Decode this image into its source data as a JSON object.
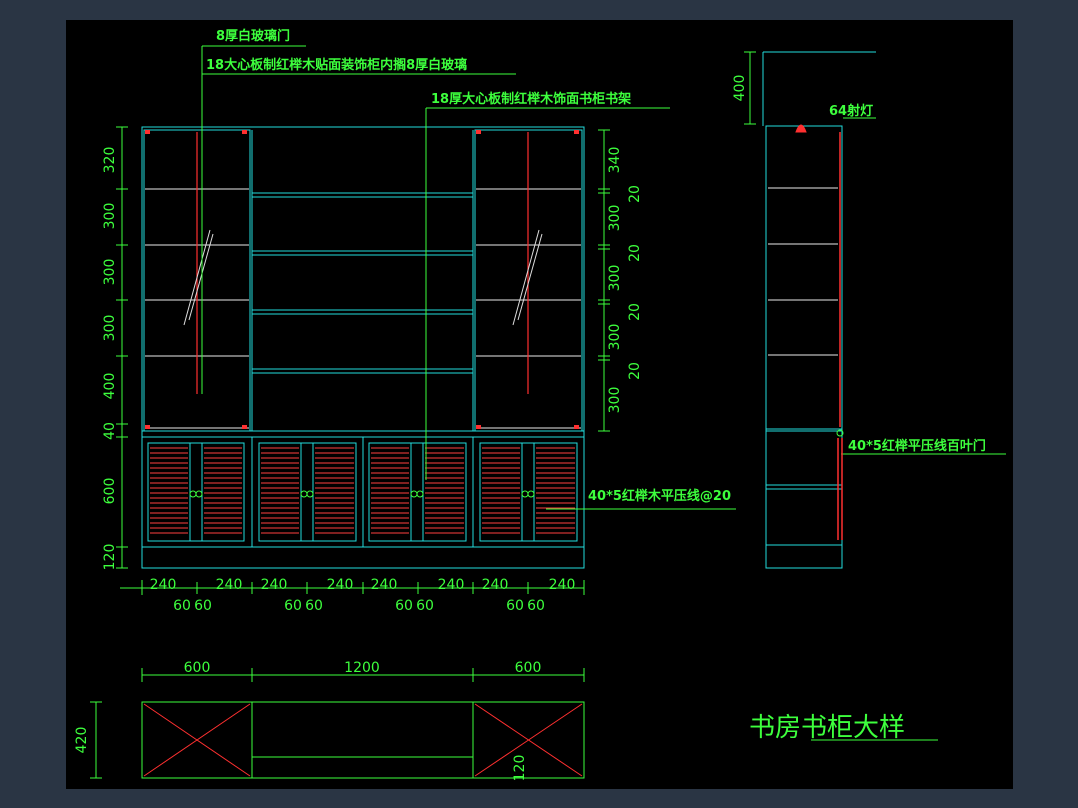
{
  "title": "书房书柜大样",
  "annotations": {
    "glass_door": "8厚白玻璃门",
    "inner_panel": "18大心板制红榉木贴面装饰柜内搁8厚白玻璃",
    "shelf": "18厚大心板制红榉木饰面书柜书架",
    "trim_line": "40*5红榉木平压线@20",
    "spot_light": "64射灯",
    "louver_door": "40*5红榉平压线百叶门"
  },
  "dims": {
    "left_heights": [
      "320",
      "300",
      "300",
      "300",
      "400",
      "40",
      "600",
      "120"
    ],
    "right_heights": [
      "340",
      "300",
      "300",
      "300",
      "300"
    ],
    "right_gaps": [
      "20",
      "20",
      "20",
      "20"
    ],
    "bottom_widths": [
      "240",
      "240",
      "240",
      "240",
      "240",
      "240",
      "240",
      "240"
    ],
    "bottom_small": [
      "60",
      "60",
      "60",
      "60",
      "60",
      "60",
      "60",
      "60"
    ],
    "plan_widths": [
      "600",
      "1200",
      "600"
    ],
    "plan_depth": "420",
    "plan_inner": "120",
    "side_top": "400"
  },
  "colors": {
    "background": "#000000",
    "frame": "#22dddd",
    "text": "#3dff3d",
    "accent": "#ff3030",
    "shelf": "#bbbbbb"
  }
}
